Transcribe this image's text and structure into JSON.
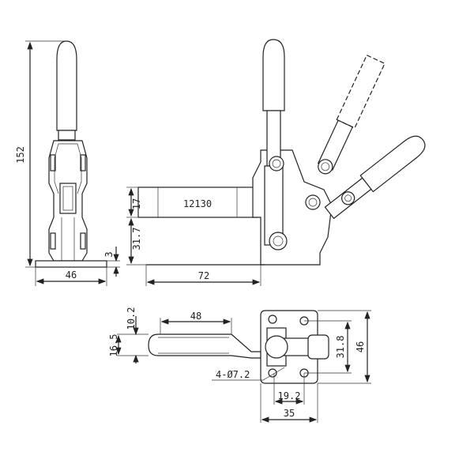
{
  "side_view": {
    "height": "152",
    "base_width": "46",
    "base_thickness": "3"
  },
  "front_view": {
    "model": "12130",
    "body_height": "17",
    "base_height": "31.7",
    "length": "72"
  },
  "top_view": {
    "handle_offset": "10.2",
    "handle_length": "48",
    "handle_width": "16.5",
    "holes": "4-Ø7.2",
    "hole_spacing_y": "31.8",
    "plate_height": "46",
    "hole_spacing_x": "19.2",
    "plate_width": "35"
  },
  "colors": {
    "line": "#222222",
    "background": "#ffffff"
  }
}
